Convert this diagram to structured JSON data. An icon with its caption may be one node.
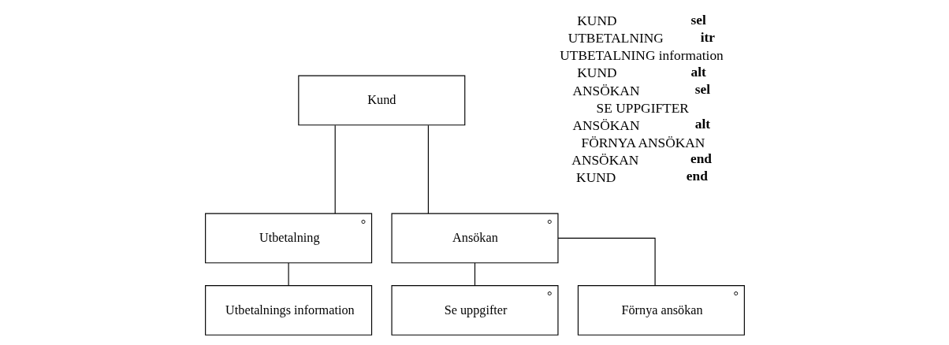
{
  "diagram": {
    "nodes": [
      {
        "text": [
          "Kund"
        ]
      },
      {
        "text": [
          "°",
          "Utbetalning"
        ]
      },
      {
        "text": [
          "°",
          "Ansökan"
        ]
      },
      {
        "text": [
          "Utbetalnings information"
        ]
      },
      {
        "text": [
          "°",
          "Se uppgifter"
        ]
      },
      {
        "text": [
          "°",
          "Förnya ansökan"
        ]
      }
    ],
    "edges": [
      {
        "from": 0,
        "to": 1,
        "arrow": "none"
      },
      {
        "from": 0,
        "to": 2,
        "arrow": "none"
      },
      {
        "from": 1,
        "to": 3,
        "arrow": "none"
      },
      {
        "from": 2,
        "to": 4,
        "arrow": "none"
      },
      {
        "from": 2,
        "to": 5,
        "arrow": "none"
      }
    ],
    "labels": [
      "KUND **sel**",
      "UTBETALNING **itr**",
      "UTBETALNING information",
      "KUND **alt**",
      "ANSÖKAN **sel**",
      "SE UPPGIFTER",
      "ANSÖKAN **alt**",
      "FÖRNYA ANSÖKAN",
      "ANSÖKAN **end**",
      "KUND **end**"
    ]
  }
}
